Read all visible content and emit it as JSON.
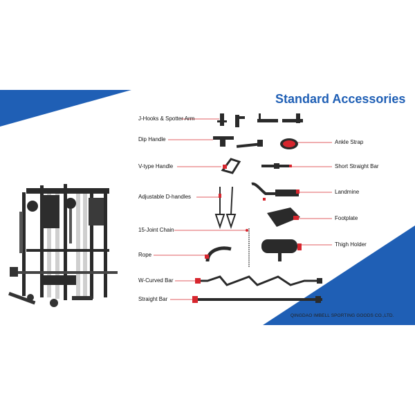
{
  "title": "Standard Accessories",
  "company": "QINGDAO IMBELL SPORTING GOODS CO.,LTD.",
  "accessories_left": [
    "J-Hooks & Spotter Arm",
    "Dip Handle",
    "V-type Handle",
    "Adjustable D-handles",
    "15-Joint Chain",
    "Rope",
    "W-Curved Bar",
    "Straight Bar"
  ],
  "accessories_right": [
    "Ankle Strap",
    "Short Straight Bar",
    "Landmine",
    "Footplate",
    "Thigh Holder"
  ],
  "colors": {
    "accent_blue": "#1f5fb5",
    "pointer_red": "#d7262e",
    "equipment": "#2a2a2a"
  }
}
